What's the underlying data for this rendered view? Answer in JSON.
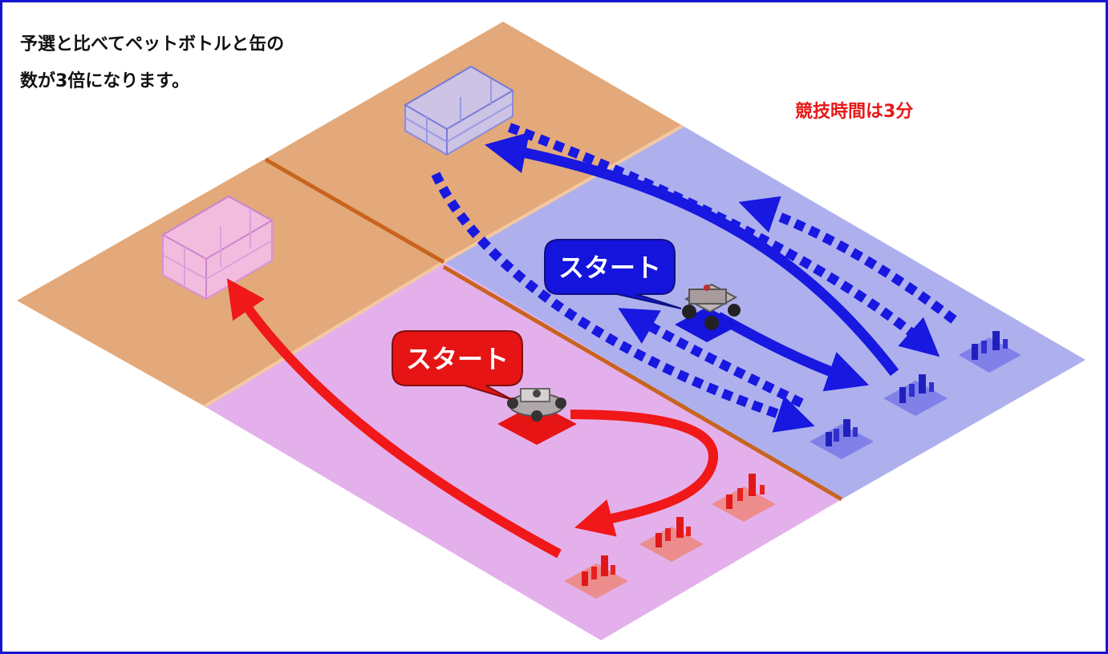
{
  "note": {
    "line1": "予選と比べてペットボトルと缶の",
    "line2": "数が3倍になります。"
  },
  "time_note": "競技時間は3分",
  "start_blue": {
    "label": "スタート",
    "color": "#1414dc"
  },
  "start_red": {
    "label": "スタート",
    "color": "#e61414"
  },
  "colors": {
    "frame": "#1414d0",
    "orange_area": "#e3a97a",
    "pink_area": "#e4b0ec",
    "blue_area": "#aeb0ee",
    "divider": "#c8641e",
    "red_arrow": "#f01818",
    "blue_arrow": "#1818e0"
  },
  "icons": {
    "blue_shelf": "shelf-icon",
    "pink_shelf": "shelf-icon",
    "blue_robot": "robot-icon",
    "red_robot": "robot-icon",
    "bottles": "bottle-cluster-icon"
  }
}
